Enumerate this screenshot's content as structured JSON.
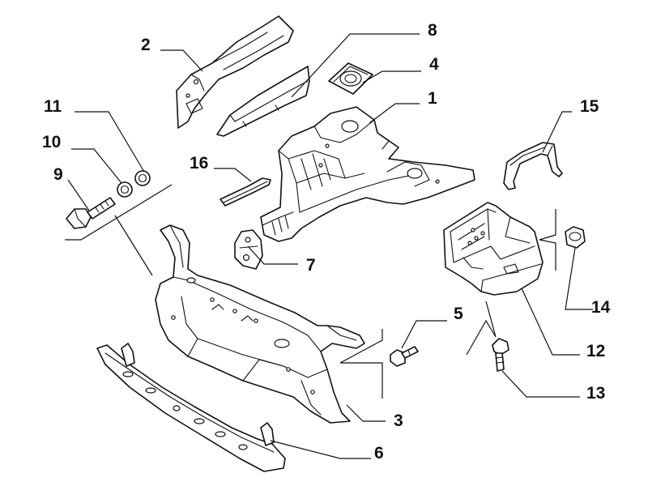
{
  "diagram": {
    "callouts": [
      {
        "id": "c1",
        "label": "1"
      },
      {
        "id": "c2",
        "label": "2"
      },
      {
        "id": "c3",
        "label": "3"
      },
      {
        "id": "c4",
        "label": "4"
      },
      {
        "id": "c5",
        "label": "5"
      },
      {
        "id": "c6",
        "label": "6"
      },
      {
        "id": "c7",
        "label": "7"
      },
      {
        "id": "c8",
        "label": "8"
      },
      {
        "id": "c9",
        "label": "9"
      },
      {
        "id": "c10",
        "label": "10"
      },
      {
        "id": "c11",
        "label": "11"
      },
      {
        "id": "c12",
        "label": "12"
      },
      {
        "id": "c13",
        "label": "13"
      },
      {
        "id": "c14",
        "label": "14"
      },
      {
        "id": "c15",
        "label": "15"
      },
      {
        "id": "c16",
        "label": "16"
      }
    ],
    "line_color": "#111111",
    "background": "#ffffff"
  }
}
